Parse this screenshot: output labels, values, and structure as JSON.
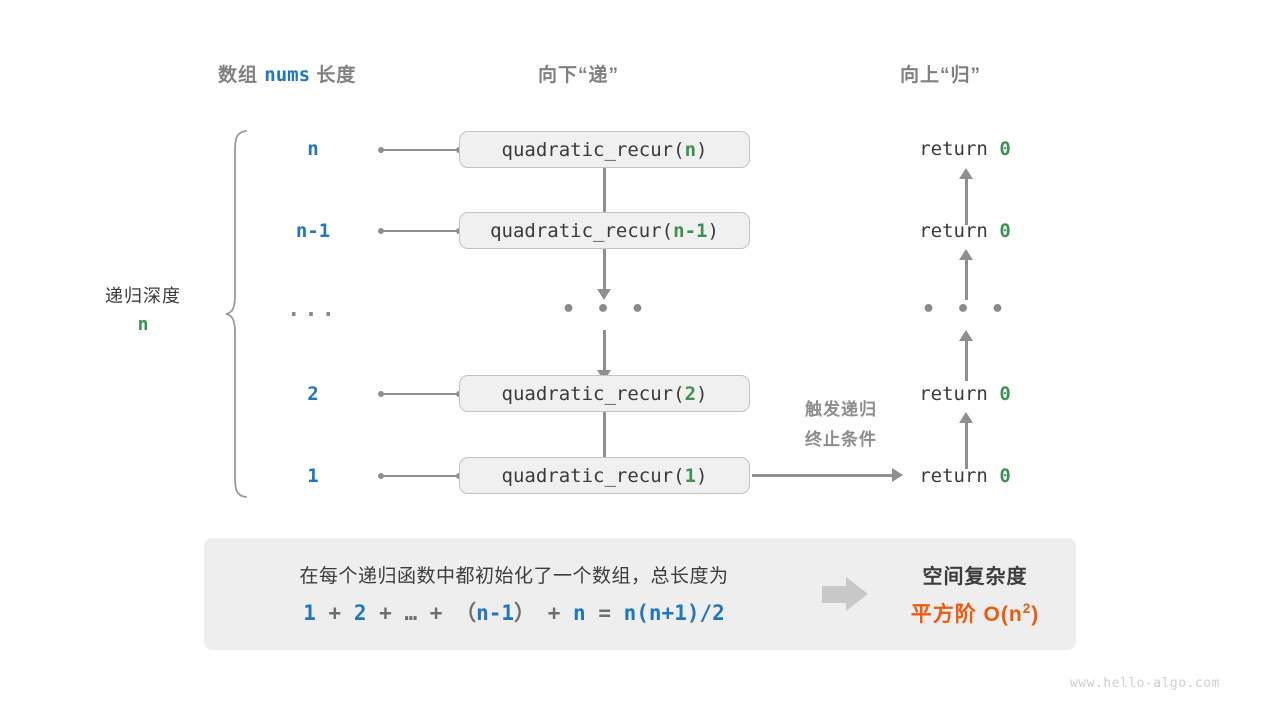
{
  "headers": {
    "left_prefix": "数组",
    "left_keyword": "nums",
    "left_suffix": "长度",
    "middle": "向下“递”",
    "right": "向上“归”"
  },
  "depth": {
    "label": "递归深度",
    "value": "n"
  },
  "rows": [
    {
      "size": "n",
      "call_prefix": "quadratic_recur(",
      "call_arg": "n",
      "call_suffix": ")",
      "ret_prefix": "return ",
      "ret_value": "0"
    },
    {
      "size": "n-1",
      "call_prefix": "quadratic_recur(",
      "call_arg": "n-1",
      "call_suffix": ")",
      "ret_prefix": "return ",
      "ret_value": "0"
    },
    {
      "size": "...",
      "call_prefix": "",
      "call_arg": "",
      "call_suffix": "",
      "ret_prefix": "",
      "ret_value": ""
    },
    {
      "size": "2",
      "call_prefix": "quadratic_recur(",
      "call_arg": "2",
      "call_suffix": ")",
      "ret_prefix": "return ",
      "ret_value": "0"
    },
    {
      "size": "1",
      "call_prefix": "quadratic_recur(",
      "call_arg": "1",
      "call_suffix": ")",
      "ret_prefix": "return ",
      "ret_value": "0"
    }
  ],
  "middle_ellipsis": "• • •",
  "return_ellipsis": "• • •",
  "note": {
    "line1": "触发递归",
    "line2": "终止条件"
  },
  "summary": {
    "text": "在每个递归函数中都初始化了一个数组，总长度为",
    "formula": {
      "t1": "1",
      "op1": "+",
      "t2": "2",
      "op2": "+",
      "t3": "…",
      "op3": "+",
      "paren_open": "（",
      "t4": "n-1",
      "paren_close": "）",
      "op4": "+",
      "t5": "n",
      "eq": "=",
      "result": "n(n+1)/2"
    },
    "right_title": "空间复杂度",
    "right_prefix": "平方阶",
    "right_value": "O(n",
    "right_exp": "2",
    "right_value_end": ")"
  },
  "watermark": "www.hello-algo.com",
  "colors": {
    "blue": "#2077c0",
    "green": "#3f9153",
    "orange": "#ef5a11",
    "gray": "#8f8f8f",
    "box_fill": "#f0f0f0",
    "panel_fill": "#eeeeee"
  }
}
